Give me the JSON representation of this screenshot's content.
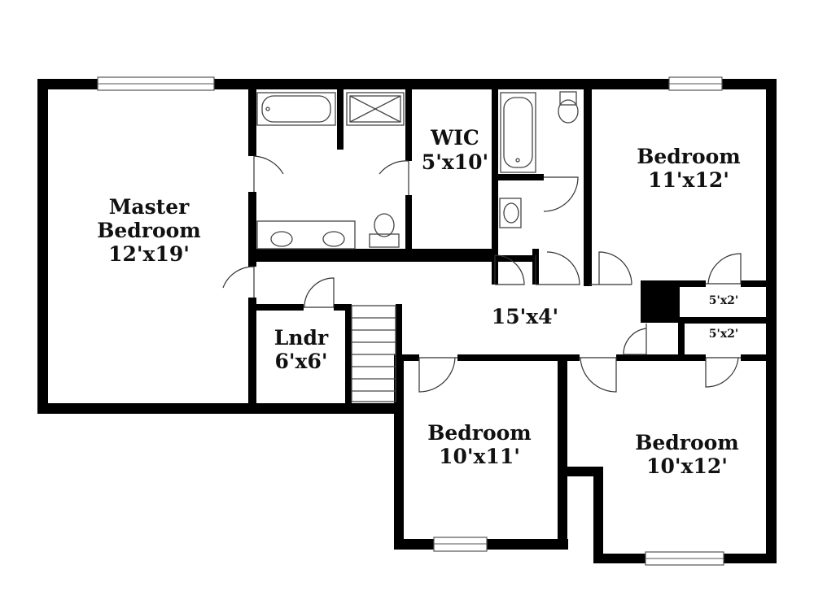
{
  "rooms": {
    "master": {
      "name_line1": "Master",
      "name_line2": "Bedroom",
      "size": "12'x19'"
    },
    "wic": {
      "name": "WIC",
      "size": "5'x10'"
    },
    "bedroom_ne": {
      "name": "Bedroom",
      "size": "11'x12'"
    },
    "laundry": {
      "name": "Lndr",
      "size": "6'x6'"
    },
    "hall": {
      "size": "15'x4'"
    },
    "closet_upper": {
      "size": "5'x2'"
    },
    "closet_lower": {
      "size": "5'x2'"
    },
    "bedroom_sc": {
      "name": "Bedroom",
      "size": "10'x11'"
    },
    "bedroom_se": {
      "name": "Bedroom",
      "size": "10'x12'"
    }
  },
  "colors": {
    "wall": "#000000",
    "fixture": "#444444",
    "background": "#ffffff"
  }
}
